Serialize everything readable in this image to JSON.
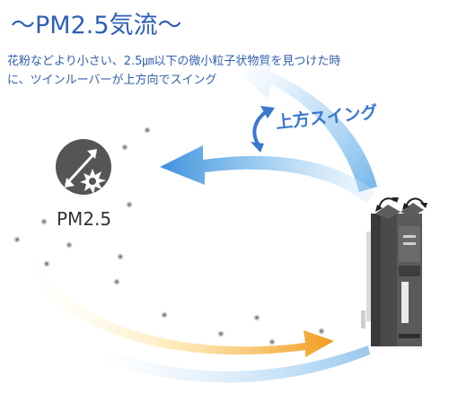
{
  "heading": {
    "title": "〜PM2.5気流〜",
    "description_lines": [
      "花粉などより小さい、2.5㎛以下の微小粒子状物質を見つけた時",
      "に、ツインルーバーが上方向でスイング"
    ]
  },
  "labels": {
    "swing": "上方スイング",
    "pm": "PM2.5"
  },
  "icons": {
    "pm_badge": "pm-sensor-icon",
    "swing": "curved-double-arrow-icon",
    "louver": "louver-swing-arrow-icon"
  },
  "colors": {
    "title_blue": "#2e5fb8",
    "text_blue": "#2f5fae",
    "airflow_blue": "#5aa9e6",
    "airflow_orange": "#f5a623",
    "device_dark": "#4a4a4c",
    "badge_dark": "#555555"
  }
}
